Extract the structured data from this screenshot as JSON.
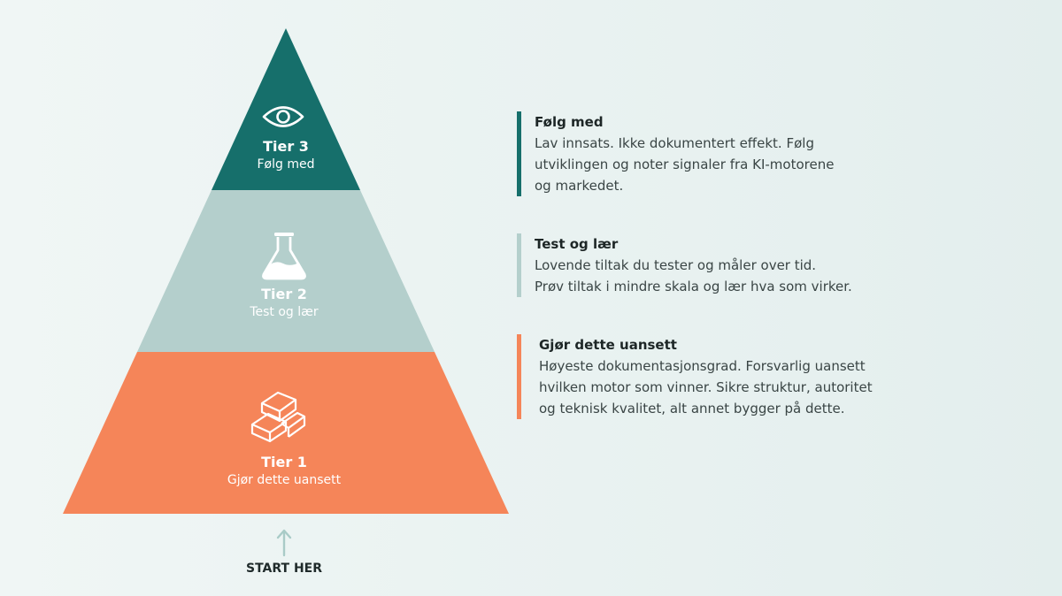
{
  "colors": {
    "tier3": "#166f6b",
    "tier2": "#b4cfcc",
    "tier1": "#f58559",
    "arrow": "#a9cbc7",
    "text_dark": "#1f2a2a"
  },
  "pyramid": {
    "tiers": [
      {
        "id": "tier3",
        "title": "Tier 3",
        "subtitle": "Følg med",
        "icon": "eye-icon"
      },
      {
        "id": "tier2",
        "title": "Tier 2",
        "subtitle": "Test og lær",
        "icon": "flask-icon"
      },
      {
        "id": "tier1",
        "title": "Tier 1",
        "subtitle": "Gjør dette uansett",
        "icon": "bricks-icon"
      }
    ],
    "start_label": "START HER"
  },
  "descriptions": [
    {
      "id": "tier3",
      "title": "Følg med",
      "body": "Lav innsats. Ikke dokumentert effekt. Følg\nutviklingen og noter signaler fra KI-motorene\nog markedet."
    },
    {
      "id": "tier2",
      "title": "Test  og lær",
      "body": "Lovende tiltak du tester og måler over tid.\nPrøv tiltak i mindre skala og lær hva som virker."
    },
    {
      "id": "tier1",
      "title": "Gjør dette uansett",
      "body": "Høyeste dokumentasjonsgrad. Forsvarlig uansett\nhvilken motor som vinner. Sikre struktur, autoritet\nog teknisk kvalitet, alt annet bygger på dette."
    }
  ]
}
